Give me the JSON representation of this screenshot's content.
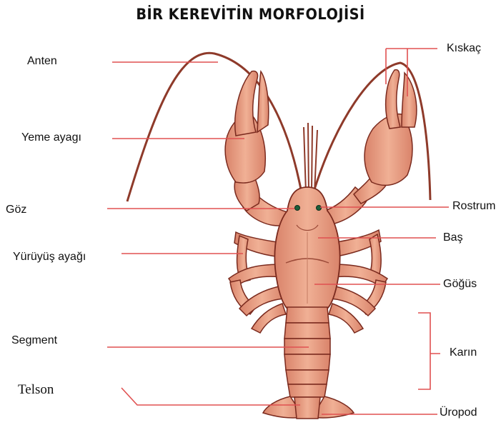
{
  "title": "BİR KEREVİTİN MORFOLOJİSİ",
  "colors": {
    "body": "#E59C7E",
    "body_dark": "#B5563F",
    "outline": "#7A2A1E",
    "leader_line": "#E05050",
    "eye": "#1E5E3A"
  },
  "labels": {
    "anten": "Anten",
    "yeme_ayagi": "Yeme ayagı",
    "goz": "Göz",
    "yuruyus_ayagi": "Yürüyüş ayağı",
    "segment": "Segment",
    "telson": "Telson",
    "kiskac": "Kıskaç",
    "rostrum": "Rostrum",
    "bas": "Baş",
    "gogus": "Göğüs",
    "karin": "Karın",
    "uropod": "Üropod"
  }
}
